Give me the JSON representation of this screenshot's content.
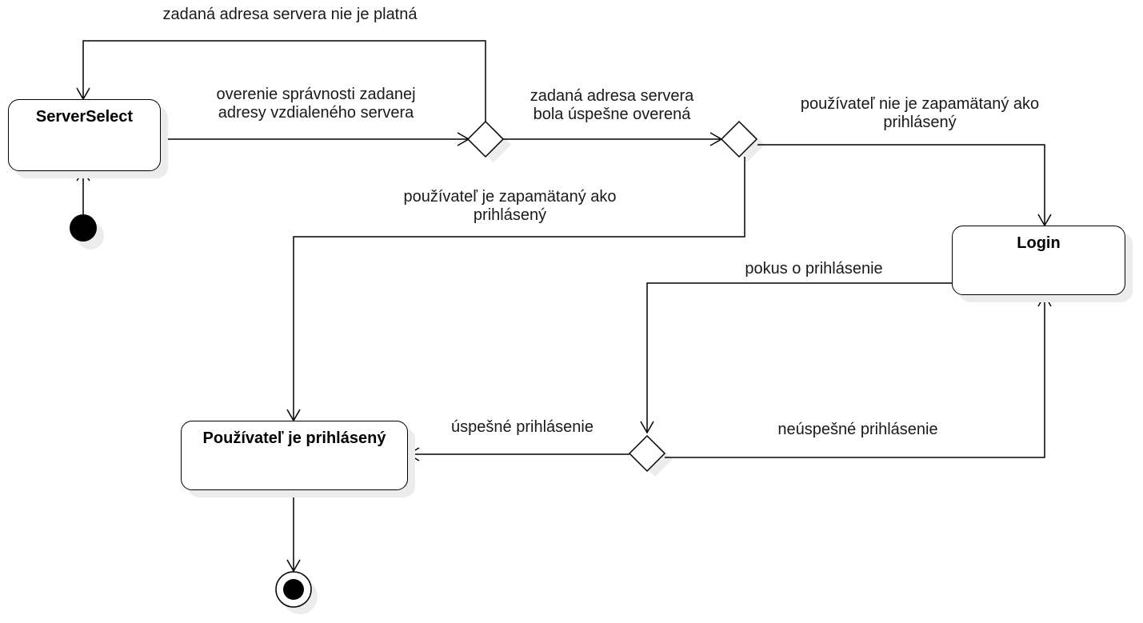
{
  "states": {
    "server_select": "ServerSelect",
    "login": "Login",
    "logged_in": "Používateľ je prihlásený"
  },
  "transitions": {
    "invalid_address": "zadaná adresa servera nie je platná",
    "verify_line1": "overenie správnosti zadanej",
    "verify_line2": "adresy vzdialeného servera",
    "verified_line1": "zadaná adresa servera",
    "verified_line2": "bola úspešne overená",
    "not_remembered_line1": "používateľ nie je zapamätaný ako",
    "not_remembered_line2": "prihlásený",
    "remembered_line1": "používateľ je zapamätaný ako",
    "remembered_line2": "prihlásený",
    "login_attempt": "pokus o prihlásenie",
    "login_success": "úspešné prihlásenie",
    "login_fail": "neúspešné prihlásenie"
  }
}
